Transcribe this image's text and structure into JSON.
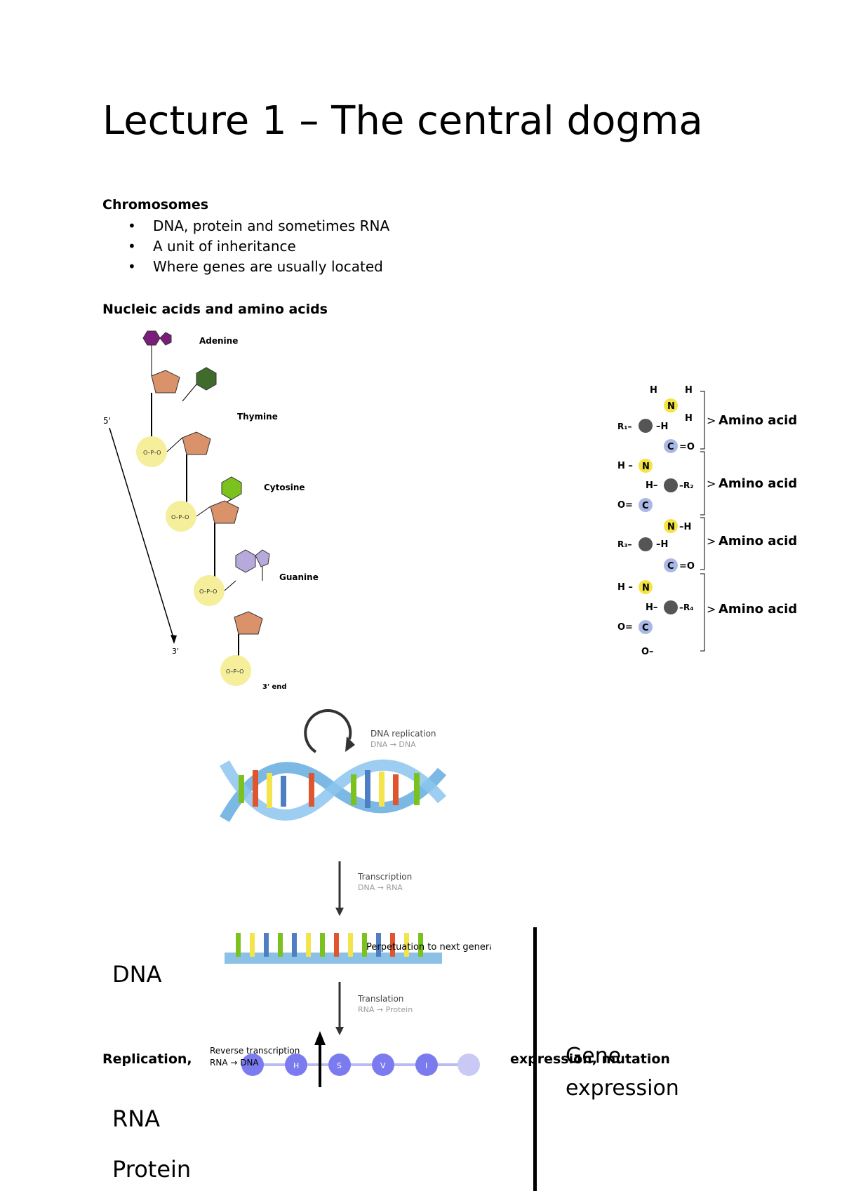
{
  "title": "Lecture 1 – The central dogma",
  "chromosomes": {
    "heading": "Chromosomes",
    "bullets": [
      "DNA, protein and sometimes RNA",
      "A unit of inheritance",
      "Where genes are usually located"
    ]
  },
  "nucleic": {
    "heading": "Nucleic acids and amino acids",
    "strand": {
      "five_prime": "5'",
      "three_prime": "3'",
      "three_end": "3' end",
      "bases": [
        "Adenine",
        "Thymine",
        "Cytosine",
        "Guanine"
      ],
      "colors": {
        "adenine": "#7a1e7a",
        "thymine": "#3f6b2b",
        "cytosine": "#7bc21e",
        "guanine": "#b7a9dc",
        "sugar": "#d9926a",
        "phosphate": "#f5ee9a"
      }
    },
    "amino_chain": {
      "labels": [
        "Amino acid",
        "Amino acid",
        "Amino acid",
        "Amino acid"
      ],
      "atoms": {
        "n": "N",
        "c": "C",
        "h": "H",
        "o": "O"
      },
      "r_groups": [
        "R1",
        "R2",
        "R3",
        "R4"
      ],
      "colors": {
        "nitrogen": "#f5e342",
        "carbon_alpha": "#555555",
        "carbon_carbonyl": "#aab8e6"
      }
    }
  },
  "dogma": {
    "replication_label": "DNA replication",
    "replication_sub": "DNA → DNA",
    "transcription_label": "Transcription",
    "transcription_sub": "DNA → RNA",
    "translation_label": "Translation",
    "translation_sub": "RNA → Protein",
    "perpetuation": "Perpetuation to next generation",
    "reverse_label": "Reverse transcription",
    "reverse_sub": "RNA → DNA",
    "dna_big": "DNA",
    "rna_big": "RNA",
    "protein_big": "Protein",
    "replication_left": "Replication,",
    "expression_mutation": "expression, mutation",
    "gene": "Gene",
    "expression": "expression",
    "protein_beads": [
      "",
      "H",
      "S",
      "V",
      "I",
      ""
    ],
    "colors": {
      "helix_blue": "#5aa6dc",
      "bead": "#7b7bef"
    }
  }
}
